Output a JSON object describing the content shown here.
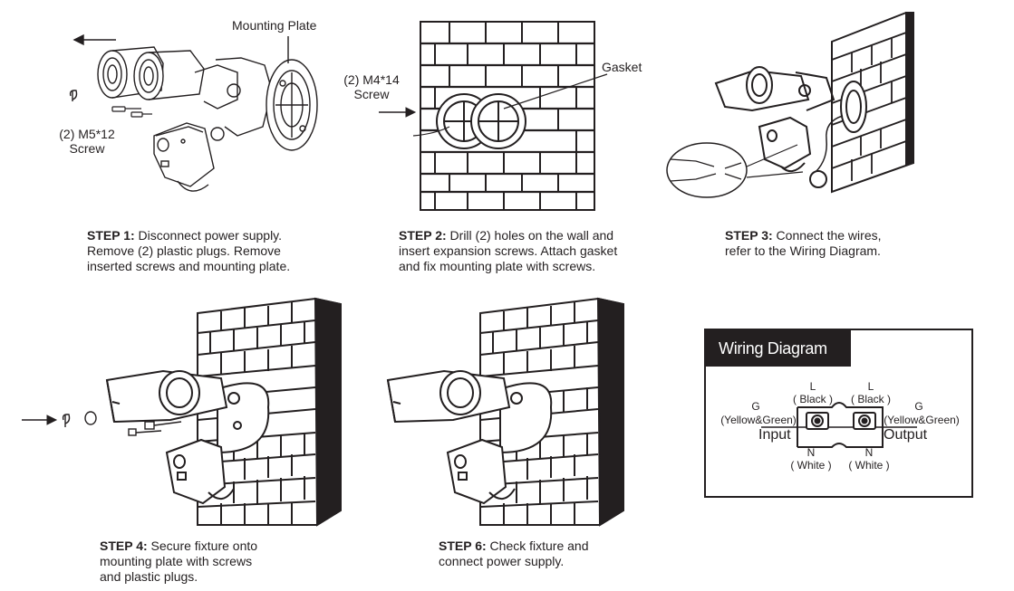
{
  "step1": {
    "title": "STEP 1:",
    "line1": " Disconnect power supply.",
    "line2": "Remove (2) plastic plugs. Remove",
    "line3": "inserted screws and mounting plate.",
    "mounting_plate_label": "Mounting Plate",
    "screw_label_1": "(2) M5*12",
    "screw_label_2": "Screw"
  },
  "step2": {
    "title": "STEP 2:",
    "line1": " Drill (2) holes on the wall and",
    "line2": "insert expansion screws. Attach gasket",
    "line3": "and fix mounting plate with screws.",
    "screw_label_1": "(2) M4*14",
    "screw_label_2": "Screw",
    "gasket_label": "Gasket"
  },
  "step3": {
    "title": "STEP 3:",
    "line1": " Connect the wires,",
    "line2": "refer to the Wiring Diagram."
  },
  "step4": {
    "title": "STEP 4:",
    "line1": " Secure fixture onto",
    "line2": "mounting plate with screws",
    "line3": "and plastic plugs."
  },
  "step6": {
    "title": "STEP 6:",
    "line1": " Check fixture and",
    "line2": "connect power supply."
  },
  "wiring": {
    "title": "Wiring Diagram",
    "l_left": "L",
    "black_left": "( Black )",
    "l_right": "L",
    "black_right": "( Black )",
    "g_left": "G",
    "yg_left": "(Yellow&Green)",
    "g_right": "G",
    "yg_right": "(Yellow&Green)",
    "input": "Input",
    "output": "Output",
    "n_left": "N",
    "white_left": "( White )",
    "n_right": "N",
    "white_right": "( White )"
  }
}
